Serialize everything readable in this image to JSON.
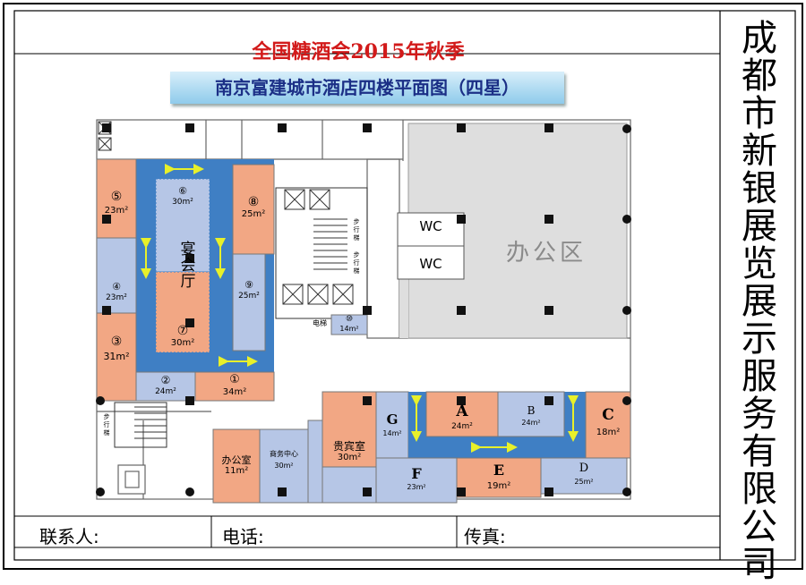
{
  "header": {
    "event_title": "全国糖酒会2015年秋季",
    "plan_title": "南京富建城市酒店四楼平面图（四星）"
  },
  "company": {
    "name_chars": [
      "成",
      "都",
      "市",
      "新",
      "银",
      "展",
      "览",
      "展",
      "示",
      "服",
      "务",
      "有",
      "限",
      "公",
      "司"
    ]
  },
  "footer": {
    "contact_label": "联系人:",
    "phone_label": "电话:",
    "fax_label": "传真:"
  },
  "rooms": {
    "banquet_label": "宴会厅",
    "r5": {
      "num": "⑤",
      "area": "23m²"
    },
    "r6": {
      "num": "⑥",
      "area": "30m²"
    },
    "r8": {
      "num": "⑧",
      "area": "25m²"
    },
    "r4": {
      "num": "④",
      "area": "23m²"
    },
    "r9": {
      "num": "⑨",
      "area": "25m²"
    },
    "r3": {
      "num": "③",
      "area": "31m²"
    },
    "r7": {
      "num": "⑦",
      "area": "30m²"
    },
    "r2": {
      "num": "②",
      "area": "24m²"
    },
    "r1": {
      "num": "①",
      "area": "34m²"
    },
    "r10": {
      "num": "⑩",
      "area": "14m²"
    },
    "office": {
      "name": "办公室",
      "area": "11m²"
    },
    "business": {
      "name": "商务中心",
      "area": "30m²"
    },
    "vip": {
      "name": "贵宾室",
      "area": "30m²"
    },
    "G": {
      "name": "G",
      "area": "14m²"
    },
    "A": {
      "name": "A",
      "area": "24m²"
    },
    "B": {
      "name": "B",
      "area": "24m²"
    },
    "C": {
      "name": "C",
      "area": "18m²"
    },
    "F": {
      "name": "F",
      "area": "23m²"
    },
    "E": {
      "name": "E",
      "area": "19m²"
    },
    "D": {
      "name": "D",
      "area": "25m²"
    }
  },
  "labels": {
    "wc": "WC",
    "office_zone": "办公区",
    "stairs": [
      "步",
      "行",
      "梯"
    ],
    "elevator": "电梯"
  },
  "colors": {
    "orange": "#f2a784",
    "lightblue": "#b6c6e6",
    "corridor": "#3f7fc4",
    "gray": "#dedede",
    "red_title": "#d21a1a",
    "band_blue": "#9fd3ef",
    "arrow": "#e8f02a"
  }
}
